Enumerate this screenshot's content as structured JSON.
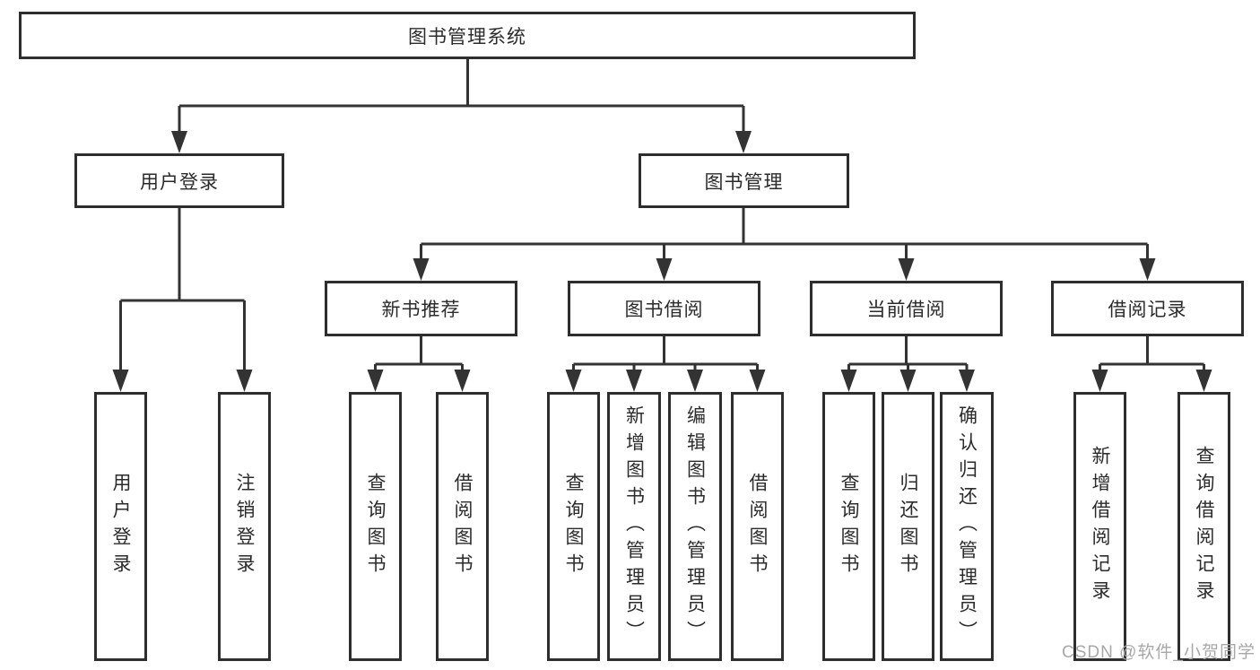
{
  "diagram": {
    "title_hint": "library management system function structure diagram",
    "colors": {
      "box_border": "#2e2e2e",
      "connector_line": "#333333",
      "text": "#2b2b2b",
      "background": "#ffffff",
      "watermark_text": "#a8a8a8"
    },
    "root": {
      "label": "图书管理系统"
    },
    "level2": [
      {
        "label": "用户登录",
        "parent": "图书管理系统"
      },
      {
        "label": "图书管理",
        "parent": "图书管理系统"
      }
    ],
    "level3": [
      {
        "label": "新书推荐",
        "parent": "图书管理"
      },
      {
        "label": "图书借阅",
        "parent": "图书管理"
      },
      {
        "label": "当前借阅",
        "parent": "图书管理"
      },
      {
        "label": "借阅记录",
        "parent": "图书管理"
      }
    ],
    "leaves": [
      {
        "label": "用户登录",
        "parent": "用户登录"
      },
      {
        "label": "注销登录",
        "parent": "用户登录"
      },
      {
        "label": "查询图书",
        "parent": "新书推荐"
      },
      {
        "label": "借阅图书",
        "parent": "新书推荐"
      },
      {
        "label": "查询图书",
        "parent": "图书借阅"
      },
      {
        "label": "新增图书（管理员）",
        "parent": "图书借阅"
      },
      {
        "label": "编辑图书（管理员）",
        "parent": "图书借阅"
      },
      {
        "label": "借阅图书",
        "parent": "图书借阅"
      },
      {
        "label": "查询图书",
        "parent": "当前借阅"
      },
      {
        "label": "归还图书",
        "parent": "当前借阅"
      },
      {
        "label": "确认归还（管理员）",
        "parent": "当前借阅"
      },
      {
        "label": "新增借阅记录",
        "parent": "借阅记录"
      },
      {
        "label": "查询借阅记录",
        "parent": "借阅记录"
      }
    ]
  },
  "watermark": {
    "text": "CSDN @软件_小贺同学"
  }
}
